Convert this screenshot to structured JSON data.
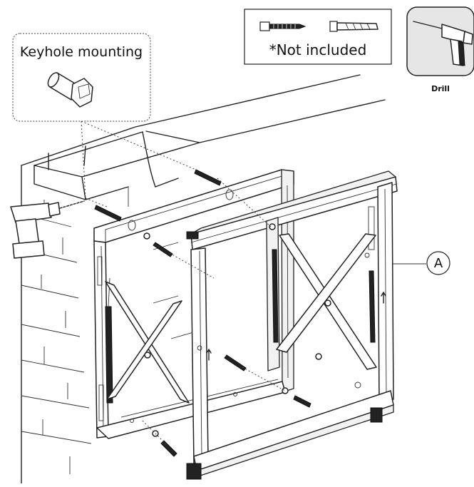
{
  "labels": {
    "keyhole": "Keyhole mounting",
    "not_included": "*Not included",
    "drill": "Drill",
    "part_a": "A"
  }
}
